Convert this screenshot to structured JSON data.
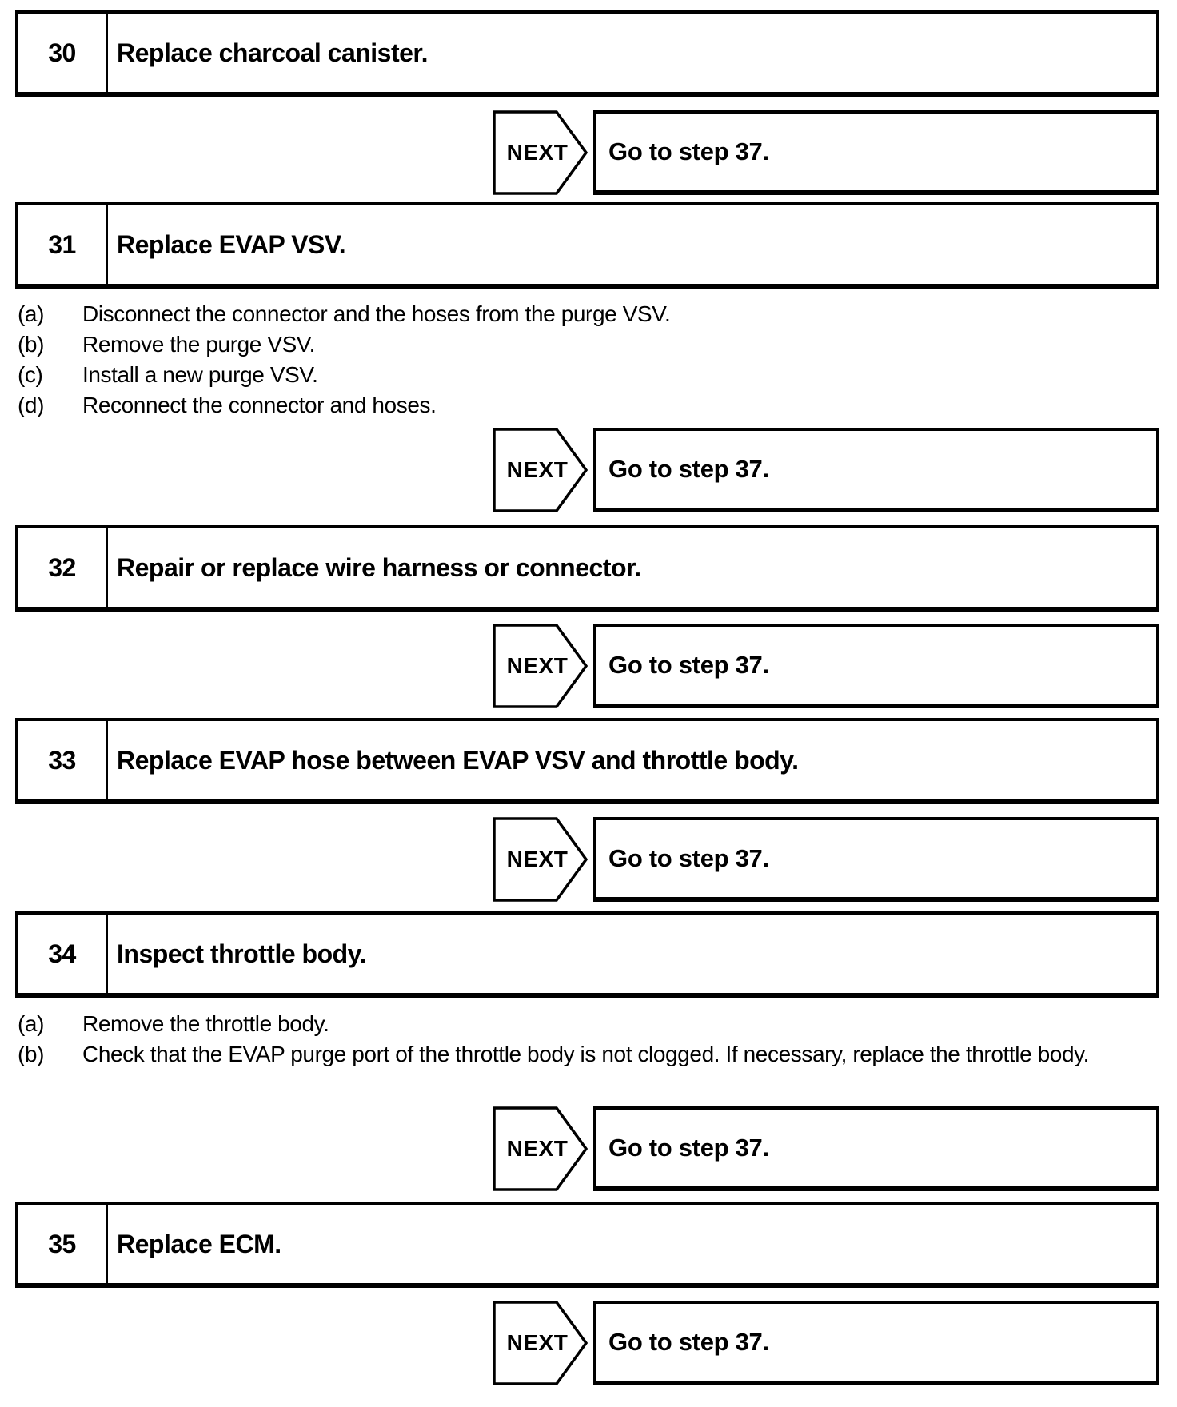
{
  "colors": {
    "ink": "#000000",
    "paper": "#ffffff"
  },
  "next_label": "NEXT",
  "goto_label": "Go to step 37.",
  "steps": [
    {
      "number": "30",
      "title": "Replace charcoal canister.",
      "substeps": []
    },
    {
      "number": "31",
      "title": "Replace EVAP VSV.",
      "substeps": [
        {
          "label": "(a)",
          "text": "Disconnect the connector and the hoses from the purge VSV."
        },
        {
          "label": "(b)",
          "text": "Remove the purge VSV."
        },
        {
          "label": "(c)",
          "text": "Install a new purge VSV."
        },
        {
          "label": "(d)",
          "text": "Reconnect the connector and hoses."
        }
      ]
    },
    {
      "number": "32",
      "title": "Repair or replace wire harness or connector.",
      "substeps": []
    },
    {
      "number": "33",
      "title": "Replace EVAP hose between EVAP VSV and throttle body.",
      "substeps": []
    },
    {
      "number": "34",
      "title": "Inspect throttle body.",
      "substeps": [
        {
          "label": "(a)",
          "text": "Remove the throttle body."
        },
        {
          "label": "(b)",
          "text": "Check that the EVAP purge port of the throttle body is not clogged. If necessary, replace the throttle body."
        }
      ]
    },
    {
      "number": "35",
      "title": "Replace ECM.",
      "substeps": []
    }
  ]
}
